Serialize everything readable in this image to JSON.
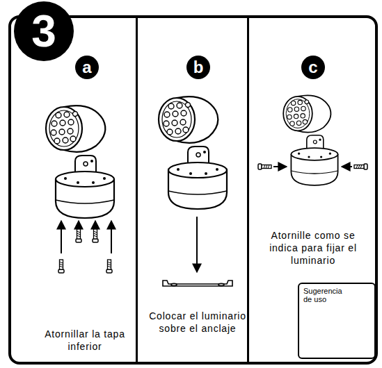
{
  "diagram": {
    "nodes": [
      {
        "text": [
          "3"
        ]
      },
      {
        "text": [
          "a",
          "Atornillar la tapa inferior"
        ],
        "in": 0
      },
      {
        "text": [
          "b",
          "Colocar el luminario sobre el anclaje"
        ],
        "in": 0
      },
      {
        "text": [
          "c",
          "Atornille como se indica para fijar el luminario"
        ],
        "in": 0
      },
      {
        "text": [
          "Sugerencia de uso"
        ],
        "in": 3
      }
    ]
  }
}
